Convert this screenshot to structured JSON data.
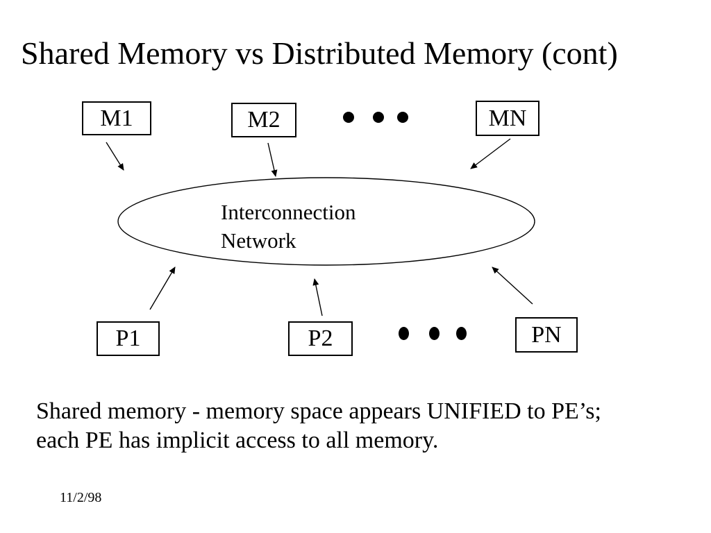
{
  "slide": {
    "title": "Shared Memory vs Distributed Memory (cont)",
    "diagram": {
      "memory_nodes": [
        "M1",
        "M2",
        "MN"
      ],
      "processor_nodes": [
        "P1",
        "P2",
        "PN"
      ],
      "network_label_line1": "Interconnection",
      "network_label_line2": "Network",
      "ellipsis_dots_top": "● ● ●",
      "ellipsis_dots_bottom": "● ● ●"
    },
    "body": {
      "line1": "Shared memory - memory space appears UNIFIED to PE’s;",
      "line2": "each PE has implicit access to all memory."
    },
    "date": "11/2/98",
    "colors": {
      "background": "#ffffff",
      "line": "#000000",
      "text": "#000000"
    }
  }
}
